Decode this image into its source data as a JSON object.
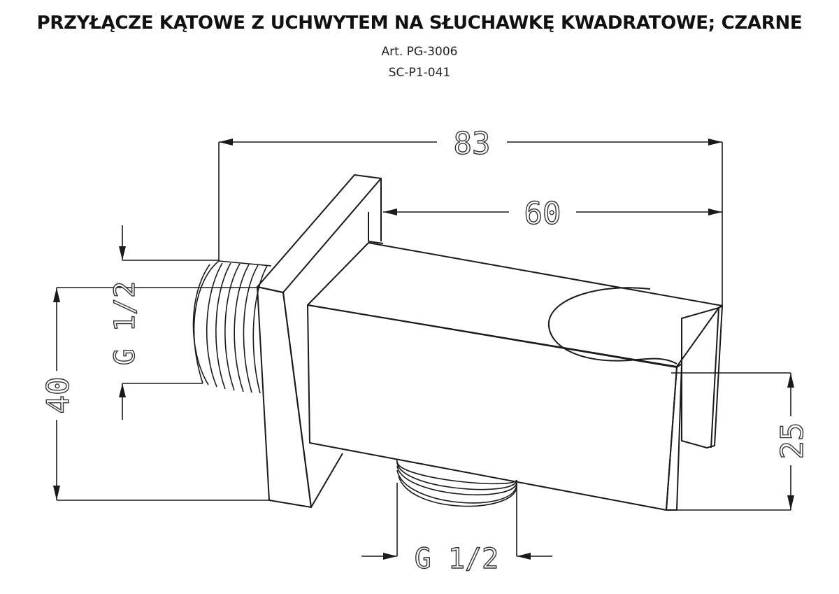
{
  "header": {
    "title": "PRZYŁĄCZE KĄTOWE Z UCHWYTEM NA SŁUCHAWKĘ KWADRATOWE; CZARNE",
    "article": "Art. PG-3006",
    "code": "SC-P1-041"
  },
  "dimensions": {
    "overall_length": "83",
    "body_length": "60",
    "plate_height": "40",
    "body_height": "25",
    "wall_thread": "G 1/2",
    "bottom_thread": "G 1/2"
  },
  "colors": {
    "line": "#1a1a1a",
    "background": "#ffffff"
  }
}
